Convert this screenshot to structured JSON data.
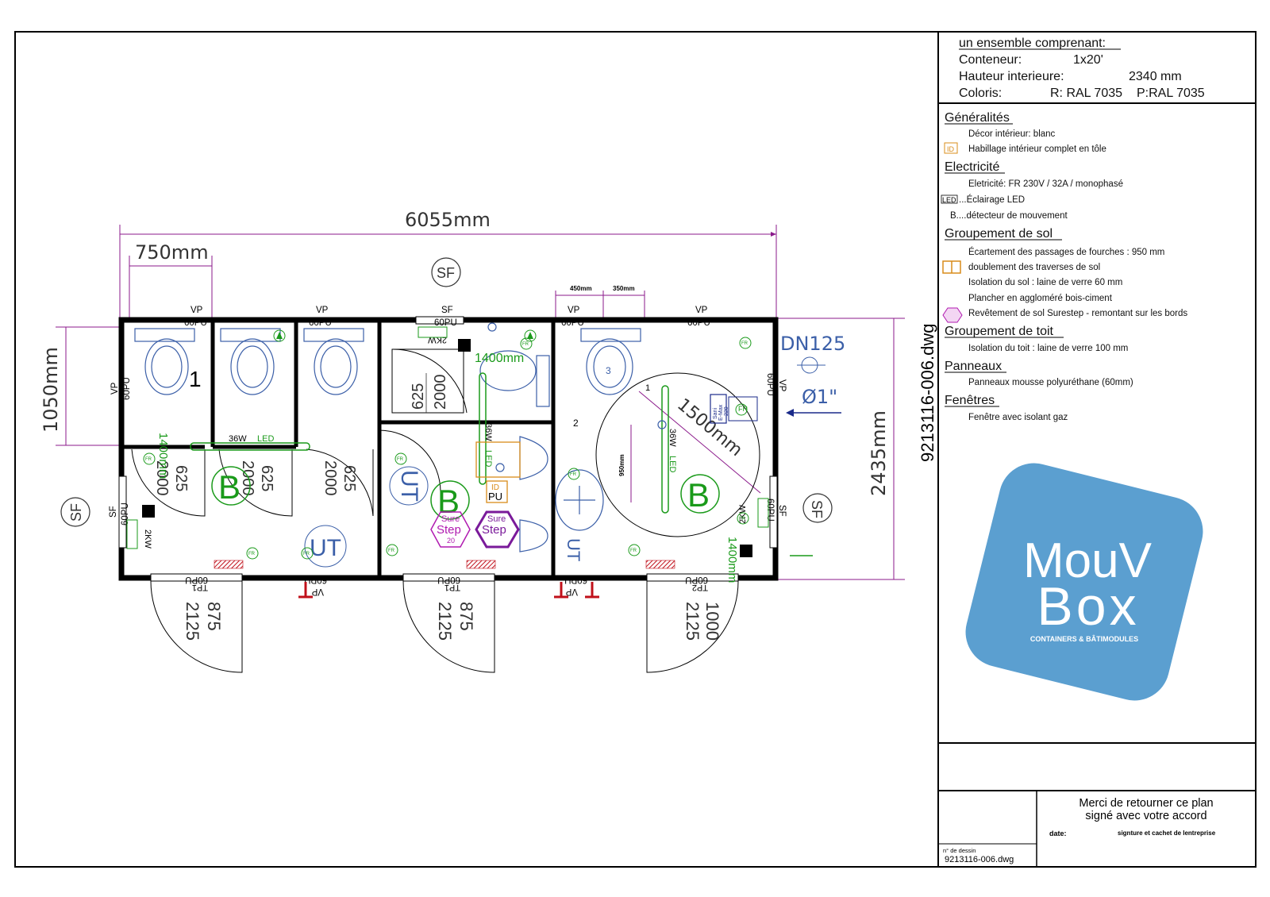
{
  "colors": {
    "wall": "#000000",
    "dimension": "#8b1a8b",
    "fixture": "#3b5fa8",
    "green": "#1a9a1a",
    "orange": "#d98c1a",
    "red": "#c0101a",
    "logo_bg": "#5b9fd0"
  },
  "plan": {
    "dim_total": "6055mm",
    "dim_750": "750mm",
    "dim_1050": "1050mm",
    "dim_2435": "2435mm",
    "dim_450": "450mm",
    "dim_350": "350mm",
    "dim_1500": "1500mm",
    "dim_950": "950mm",
    "dim_1400a": "1400mm",
    "dim_1400b": "1400mm",
    "sf": "SF",
    "vp": "VP",
    "pu60": "60PU",
    "pu": "PU",
    "id": "ID",
    "led36": "36W",
    "led": "LED",
    "kw2": "2KW",
    "fr": "FR",
    "b": "B",
    "ut": "UT",
    "sure": "Sure",
    "step": "Step",
    "step20": "20",
    "dn125": "DN125",
    "phi1": "Ø1\"",
    "n1": "1",
    "n2": "2",
    "n3": "3",
    "d625": "625",
    "d2000": "2000",
    "d875": "875",
    "d2125": "2125",
    "d1000": "1000",
    "tp1": "TP1",
    "tp2": "TP2",
    "sani": "Sani",
    "emax": "E-Max",
    "v220": "220",
    "ids": "10",
    "filename": "9213116-006.dwg"
  },
  "header": {
    "line1": "un ensemble comprenant:",
    "conteneur_label": "Conteneur:",
    "conteneur_value": "1x20'",
    "hauteur_label": "Hauteur interieure:",
    "hauteur_value": "2340 mm",
    "coloris_label": "Coloris:",
    "coloris_r": "R: RAL 7035",
    "coloris_p": "P:RAL 7035"
  },
  "legend": {
    "generalites": "Généralités",
    "decor": "Décor intérieur: blanc",
    "habillage": "Habillage intérieur complet en tôle",
    "electricite": "Electricité",
    "elec_detail": "Eletricité: FR 230V / 32A / monophasé",
    "led_tag": "LED",
    "eclairage": "...Éclairage LED",
    "detecteur": "B....détecteur de mouvement",
    "groupement_sol": "Groupement de sol",
    "ecartement": "Écartement des passages de fourches : 950 mm",
    "doublement": "doublement des traverses de sol",
    "isolation_sol": "Isolation du sol : laine de verre 60 mm",
    "plancher": "Plancher en aggloméré bois-ciment",
    "revetement": "Revêtement de sol Surestep - remontant sur les bords",
    "groupement_toit": "Groupement de toit",
    "isolation_toit": "Isolation du toit : laine de verre 100 mm",
    "panneaux": "Panneaux",
    "panneaux_detail": "Panneaux mousse polyuréthane (60mm)",
    "fenetres": "Fenêtres",
    "fenetre_detail": "Fenêtre avec isolant gaz"
  },
  "logo": {
    "line1": "MouV",
    "line2": "Box",
    "tagline": "CONTAINERS & BÂTIMODULES"
  },
  "footer": {
    "merci1": "Merci de retourner ce plan",
    "merci2": "signé avec votre accord",
    "date_label": "date:",
    "signature_label": "signture et cachet de lentreprise",
    "dessin_label": "n° de dessin",
    "dessin_value": "9213116-006.dwg"
  }
}
